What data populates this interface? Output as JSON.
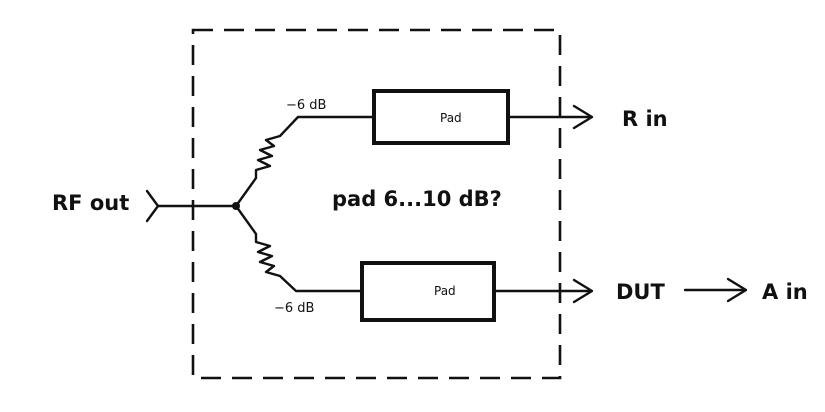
{
  "diagram": {
    "input_label": "RF out",
    "upper_attenuation": "−6 dB",
    "lower_attenuation": "−6 dB",
    "upper_pad_label": "Pad",
    "lower_pad_label": "Pad",
    "note": "pad 6...10 dB?",
    "upper_output_label": "R in",
    "lower_output_label": "DUT",
    "final_output_label": "A in"
  }
}
